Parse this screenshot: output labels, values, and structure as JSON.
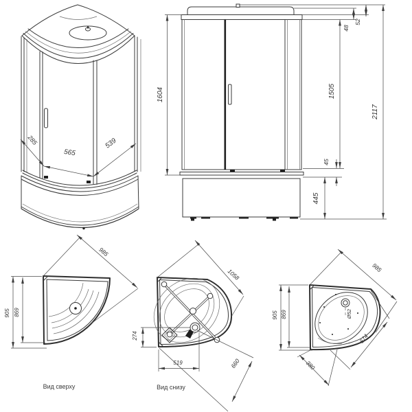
{
  "figure": {
    "background": "#ffffff",
    "line_color": "#383838",
    "text_color": "#333333",
    "description_units": "mm"
  },
  "views": {
    "perspective": {
      "dims": {
        "side_left": "285",
        "front_width": "565",
        "side_right": "539"
      }
    },
    "front": {
      "dims": {
        "glass_height": "1604",
        "roof_cap": "52",
        "roof_band": "48",
        "door_height": "1505",
        "bottom_gap": "45",
        "base_height": "445",
        "total_height": "2117"
      }
    },
    "tray_top": {
      "caption": "Вид сверху",
      "dims": {
        "radius": "985",
        "depth_overall": "905",
        "depth_inner": "869"
      }
    },
    "tray_bottom": {
      "caption": "Вид снизу",
      "dims": {
        "radius": "1058",
        "drain_offset_y": "274",
        "drain_offset_x": "519",
        "drain_diagonal": "660"
      }
    },
    "tray_deep": {
      "dims": {
        "radius": "985",
        "depth_overall": "905",
        "depth_inner": "869",
        "drain_diameter": "Ø52",
        "arc_chord": "674",
        "corner_chord": "380"
      }
    }
  }
}
